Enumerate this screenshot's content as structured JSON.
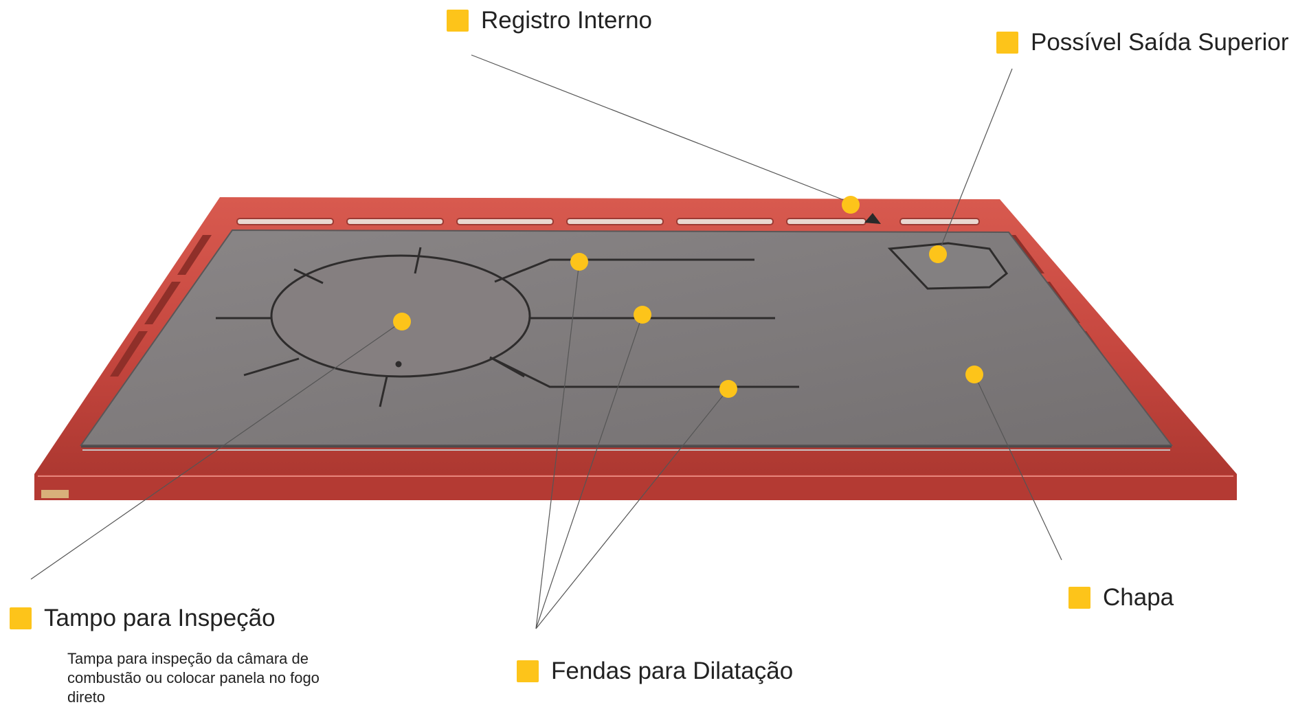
{
  "colors": {
    "marker": "#fdc41a",
    "label_square": "#fdc41a",
    "frame": "#c6473f",
    "plate": "#807c7d",
    "leader_line": "#555555"
  },
  "labels": {
    "registro_interno": "Registro Interno",
    "saida_superior": "Possível Saída Superior",
    "tampo_inspecao": "Tampo para Inspeção",
    "tampo_inspecao_desc": "Tampa para inspeção da câmara de combustão ou colocar panela no fogo direto",
    "fendas_dilatacao": "Fendas para Dilatação",
    "chapa": "Chapa"
  }
}
